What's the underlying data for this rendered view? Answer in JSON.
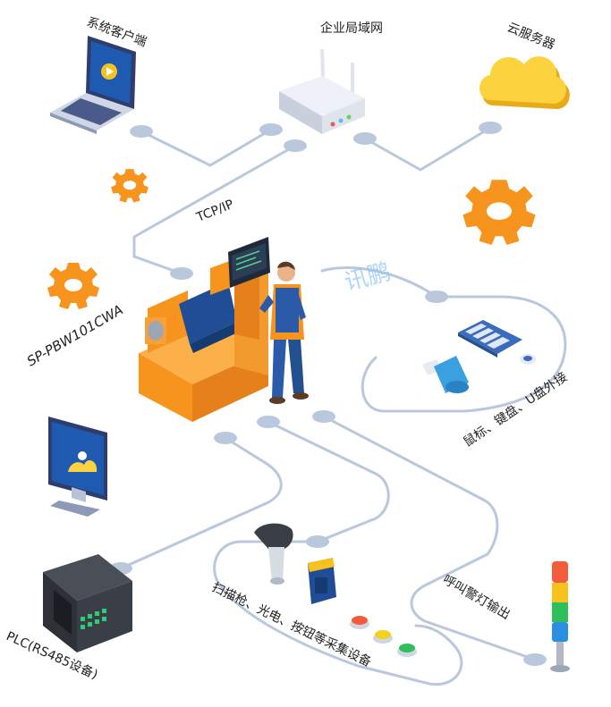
{
  "labels": {
    "client": "系统客户端",
    "lan": "企业局域网",
    "cloud": "云服务器",
    "tcpip": "TCP/IP",
    "model": "SP-PBW101CWA",
    "peripherals": "鼠标、键盘、U盘外接",
    "call_light": "呼叫警灯输出",
    "scanner": "扫描枪、光电、按钮等采集设备",
    "plc": "PLC(RS485设备)"
  },
  "watermark": "讯鹏",
  "icons": [
    "laptop-icon",
    "router-icon",
    "cloud-icon",
    "gear-icon",
    "machine-icon",
    "worker-icon",
    "keyboard-icon",
    "mouse-icon",
    "usb-drive-icon",
    "monitor-icon",
    "plc-icon",
    "barcode-scanner-icon",
    "photoelectric-sensor-icon",
    "button-icon",
    "signal-tower-icon"
  ],
  "colors": {
    "line": "#b9c8dc",
    "node": "#b9c8dc",
    "orange": "#f7941d",
    "blue": "#1f4e96"
  }
}
